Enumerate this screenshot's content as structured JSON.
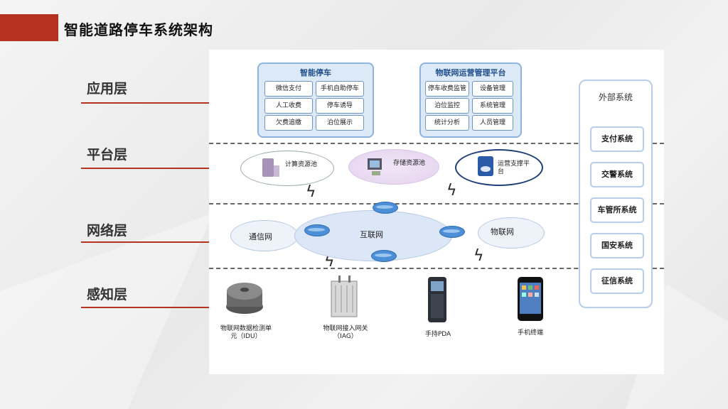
{
  "slide": {
    "title": "智能道路停车系统架构"
  },
  "layers": [
    {
      "label": "应用层"
    },
    {
      "label": "平台层"
    },
    {
      "label": "网络层"
    },
    {
      "label": "感知层"
    }
  ],
  "app_groups": [
    {
      "title": "智能停车",
      "items": [
        "微信支付",
        "手机自助停车",
        "人工收费",
        "停车诱导",
        "欠费追缴",
        "泊位展示"
      ]
    },
    {
      "title": "物联网运营管理平台",
      "items": [
        "停车收费监管",
        "设备管理",
        "泊位监控",
        "系统管理",
        "统计分析",
        "人员管理"
      ]
    }
  ],
  "platform": [
    {
      "label": "计算资源池"
    },
    {
      "label": "存储资源池"
    },
    {
      "label": "运营支撑平台"
    }
  ],
  "network": {
    "left_cloud": "通信网",
    "center_cloud": "互联网",
    "right_cloud": "物联网"
  },
  "devices": [
    {
      "label": "物联网数据检测单元（IDU）"
    },
    {
      "label": "物联网接入网关（IAG）"
    },
    {
      "label": "手持PDA"
    },
    {
      "label": "手机终端"
    }
  ],
  "external": {
    "title": "外部系统",
    "items": [
      "支付系统",
      "交警系统",
      "车管所系统",
      "国安系统",
      "征信系统"
    ]
  }
}
